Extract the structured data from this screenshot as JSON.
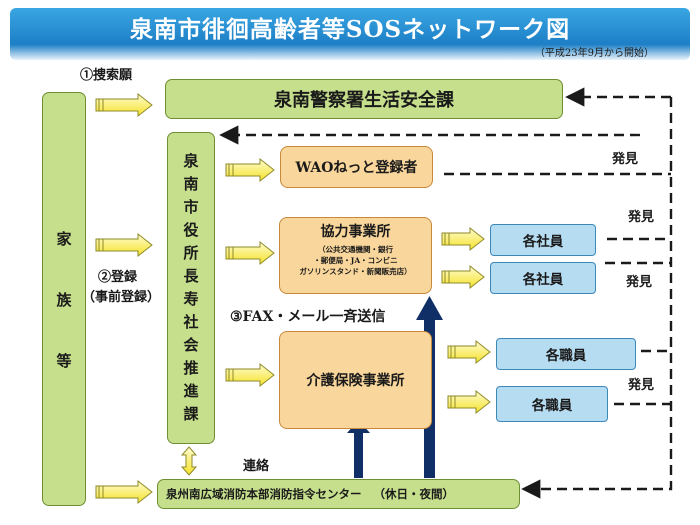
{
  "header": {
    "title": "泉南市徘徊高齢者等SOSネットワーク図",
    "subtitle": "（平成23年9月から開始）"
  },
  "nodes": {
    "family": [
      "家",
      "族",
      "等"
    ],
    "police": "泉南警察署生活安全課",
    "city_hall": [
      "泉",
      "南",
      "市",
      "役",
      "所",
      "長",
      "寿",
      "社",
      "会",
      "推",
      "進",
      "課"
    ],
    "fire_center": "泉州南広域消防本部消防指令センター",
    "fire_center_note": "（休日・夜間）",
    "wao": "WAOねっと登録者",
    "cooperating": "協力事業所",
    "cooperating_detail": [
      "（公共交通機関・銀行",
      "・郵便局・JA・コンビニ",
      "ガソリンスタンド・新聞販売店）"
    ],
    "care": "介護保険事業所",
    "employees": [
      "各社員",
      "各社員"
    ],
    "staff": [
      "各職員",
      "各職員"
    ]
  },
  "labels": {
    "search_request": "①捜索願",
    "registration": "②登録",
    "registration_note": "（事前登録）",
    "broadcast": "③FAX・メール一斉送信",
    "contact": "連絡",
    "found": "発見"
  }
}
